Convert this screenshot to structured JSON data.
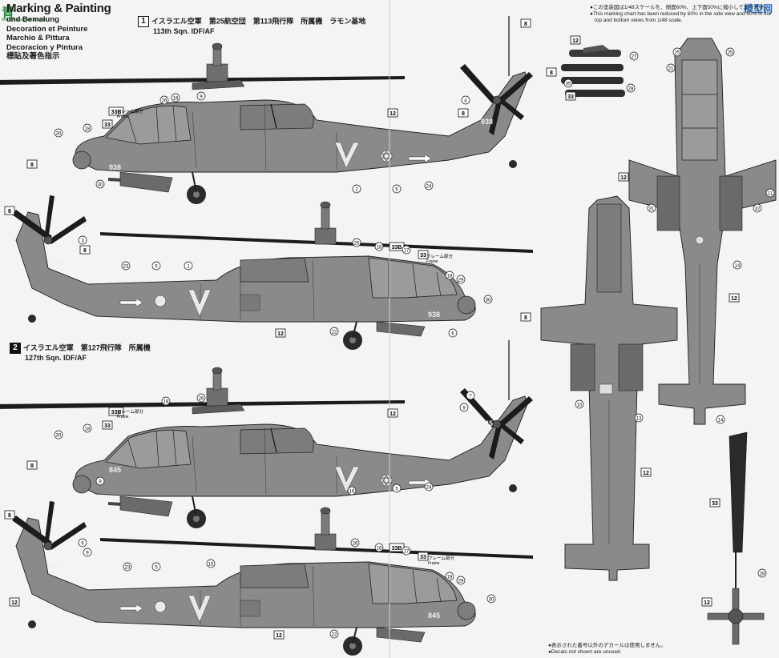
{
  "header": {
    "title": "Marking & Painting",
    "lines": [
      "und Bemalung",
      "Decoration et Peinture",
      "Marchio & Pittura",
      "Decoracion y Pintura",
      "標貼及著色指示"
    ]
  },
  "logo": {
    "text": "青",
    "sub": "www.hasegawa.com"
  },
  "watermark": "模型网",
  "scheme1": {
    "number": "1",
    "jp": "イスラエル空軍　第25航空団　第113飛行隊　所属機　ラモン基地",
    "en": "113th Sqn. IDF/AF"
  },
  "scheme2": {
    "number": "2",
    "jp": "イスラエル空軍　第127飛行隊　所属機",
    "en": "127th Sqn. IDF/AF"
  },
  "notes_top": [
    "●この塗装図は1/48スケールを、側面60%、上下面50%に縮小してあります。",
    "●This marking chart has been reduced by 60% in the side view and 50% in the",
    "top and bottom views from 1/48 scale."
  ],
  "notes_bottom": [
    "●表示された番号以外のデカールは使用しません。",
    "●Decals not shown are unused."
  ],
  "frame_label": "フレーム部分",
  "frame_label_en": "Frame",
  "serial1": "938",
  "serial2": "845",
  "callouts": {
    "heli1": [
      "8",
      "8",
      "12",
      "4",
      "8",
      "30",
      "18",
      "33",
      "33B",
      "26",
      "18",
      "9",
      "2",
      "5",
      "24",
      "8",
      "30"
    ],
    "heli2": [
      "8",
      "3",
      "8",
      "23",
      "5",
      "1",
      "26",
      "18",
      "33B",
      "33",
      "17",
      "18",
      "29",
      "30",
      "6",
      "22",
      "12"
    ],
    "heli3": [
      "8",
      "7",
      "9",
      "30",
      "18",
      "33",
      "33B",
      "18",
      "26",
      "12",
      "9",
      "16",
      "5",
      "24",
      "8"
    ],
    "heli4": [
      "8",
      "6",
      "9",
      "23",
      "5",
      "15",
      "26",
      "18",
      "33B",
      "17",
      "33",
      "18",
      "29",
      "30",
      "12",
      "22",
      "12"
    ],
    "top": [
      "25",
      "25",
      "21",
      "12",
      "11",
      "31",
      "32",
      "14",
      "12",
      "14"
    ],
    "bottom": [
      "10",
      "13",
      "12"
    ],
    "stores": [
      "12",
      "27",
      "35",
      "28",
      "33"
    ],
    "blade": [
      "33",
      "28",
      "12"
    ]
  }
}
